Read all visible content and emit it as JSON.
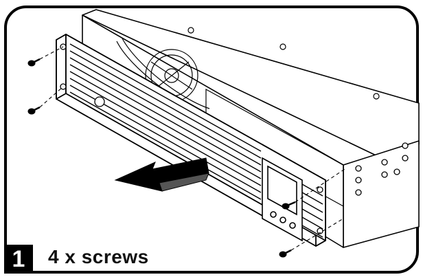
{
  "step": {
    "number": "1",
    "caption": "4 x screws"
  },
  "illustration": {
    "screw_count": 4,
    "line_color": "#000000",
    "fill_color": "#ffffff"
  }
}
